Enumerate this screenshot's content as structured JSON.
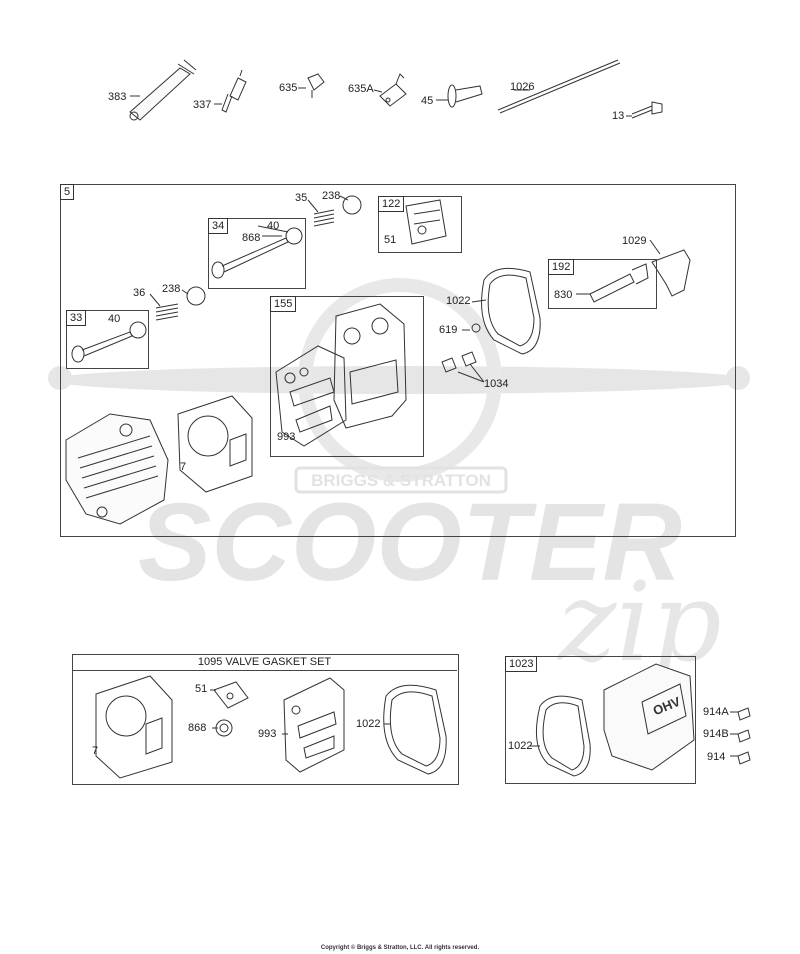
{
  "top_parts": {
    "p383": "383",
    "p337": "337",
    "p635": "635",
    "p635A": "635A",
    "p45": "45",
    "p1026": "1026",
    "p13": "13"
  },
  "group5": {
    "box": "5",
    "p35": "35",
    "p238a": "238",
    "p122": "122",
    "p51": "51",
    "p34": "34",
    "p40a": "40",
    "p868": "868",
    "p1029": "1029",
    "p192": "192",
    "p830": "830",
    "p36": "36",
    "p238b": "238",
    "p1022": "1022",
    "p619": "619",
    "p33": "33",
    "p40b": "40",
    "p155": "155",
    "p1034": "1034",
    "p7": "7",
    "p993": "993"
  },
  "gasket_set": {
    "title": "1095 VALVE GASKET SET",
    "p51": "51",
    "p868": "868",
    "p7": "7",
    "p993": "993",
    "p1022": "1022"
  },
  "cover_set": {
    "box": "1023",
    "p1022": "1022",
    "p914A": "914A",
    "p914B": "914B",
    "p914": "914",
    "cover_text": "OHV"
  },
  "watermark": {
    "brand": "BRIGGS & STRATTON",
    "word": "SCOOTER",
    "script": "zip"
  },
  "copyright": "Copyright © Briggs & Stratton, LLC. All rights reserved."
}
